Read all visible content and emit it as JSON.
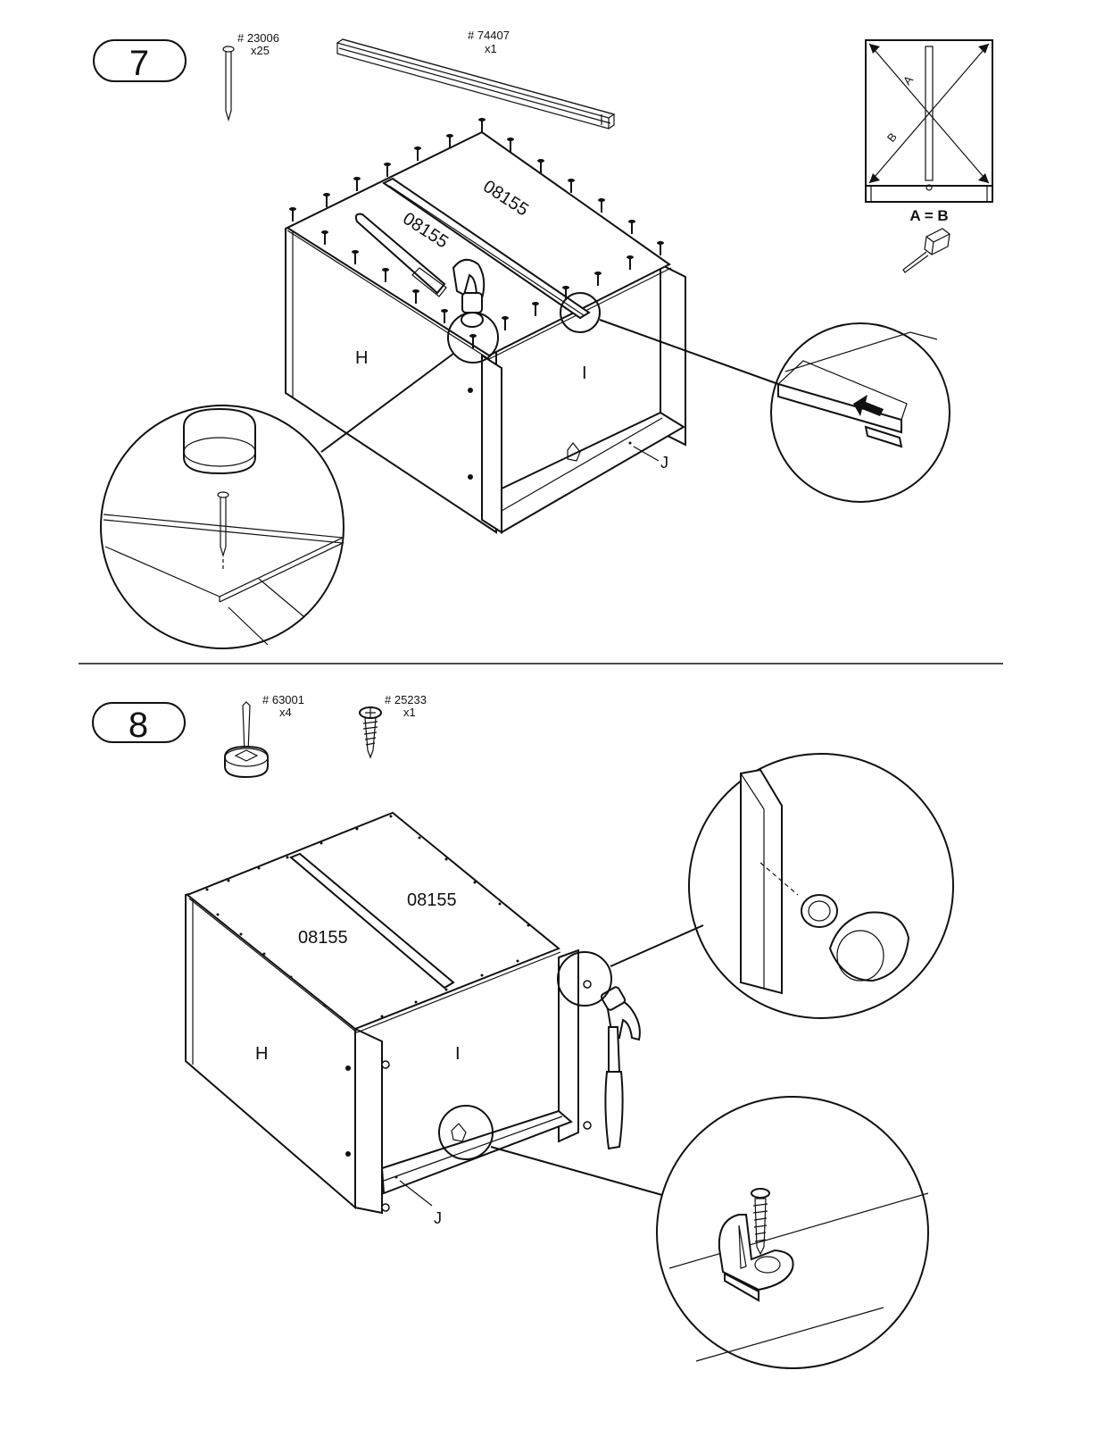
{
  "step7": {
    "number": "7",
    "nail": {
      "code": "# 23006",
      "qty": "x25"
    },
    "rail": {
      "code": "# 74407",
      "qty": "x1"
    },
    "panel_labels": [
      "08155",
      "08155"
    ],
    "side_h": "H",
    "side_i": "I",
    "bottom_j": "J",
    "square_a": "A",
    "square_b": "B",
    "square_rule": "A = B"
  },
  "step8": {
    "number": "8",
    "glide": {
      "code": "# 63001",
      "qty": "x4"
    },
    "screw": {
      "code": "# 25233",
      "qty": "x1"
    },
    "panel_labels": [
      "08155",
      "08155"
    ],
    "side_h": "H",
    "side_i": "I",
    "bottom_j": "J"
  }
}
